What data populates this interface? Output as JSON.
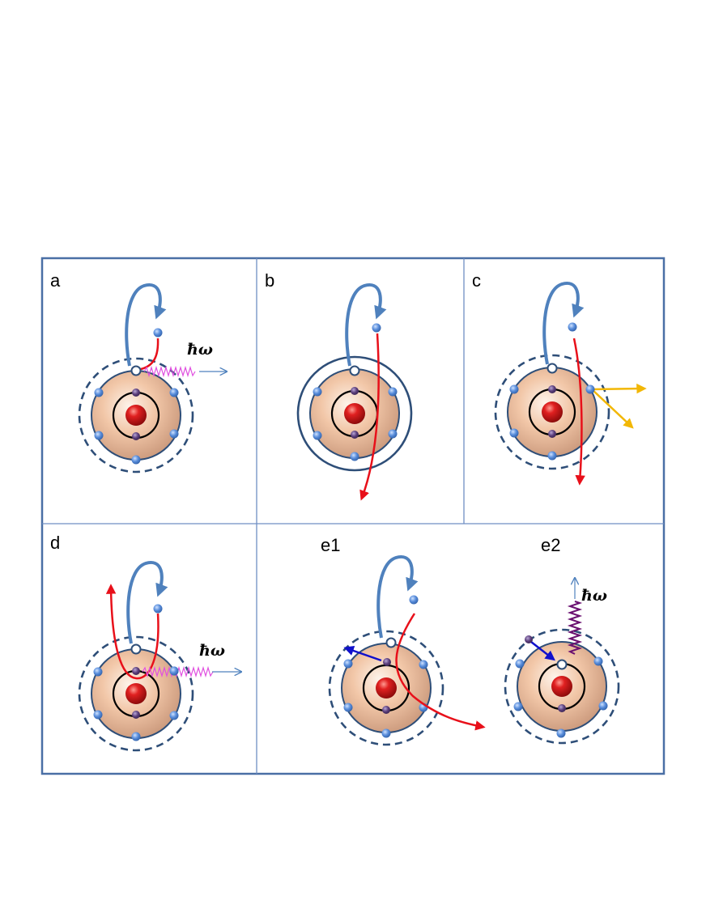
{
  "figure": {
    "panel_labels": {
      "a": "a",
      "b": "b",
      "c": "c",
      "d": "d",
      "e1": "e1",
      "e2": "e2"
    },
    "photon_labels": {
      "a": "ħω",
      "d": "ħω",
      "e2": "ħω"
    },
    "colors": {
      "frame": "#4a6fa5",
      "divider": "#6f8fc4",
      "electron_path": "#e8101a",
      "incoming_loop": "#4f81bd",
      "orbit_shell": "#2e4e78",
      "electron": "#4f86d6",
      "inner_electron": "#5a3d7a",
      "nucleus": "#d61818",
      "photon_a_d": "#e050e0",
      "photon_e2": "#6a1070",
      "secondary_particles": "#f2b705",
      "auger_arrow": "#1010cc",
      "photon_arrow": "#4f81bd"
    }
  }
}
